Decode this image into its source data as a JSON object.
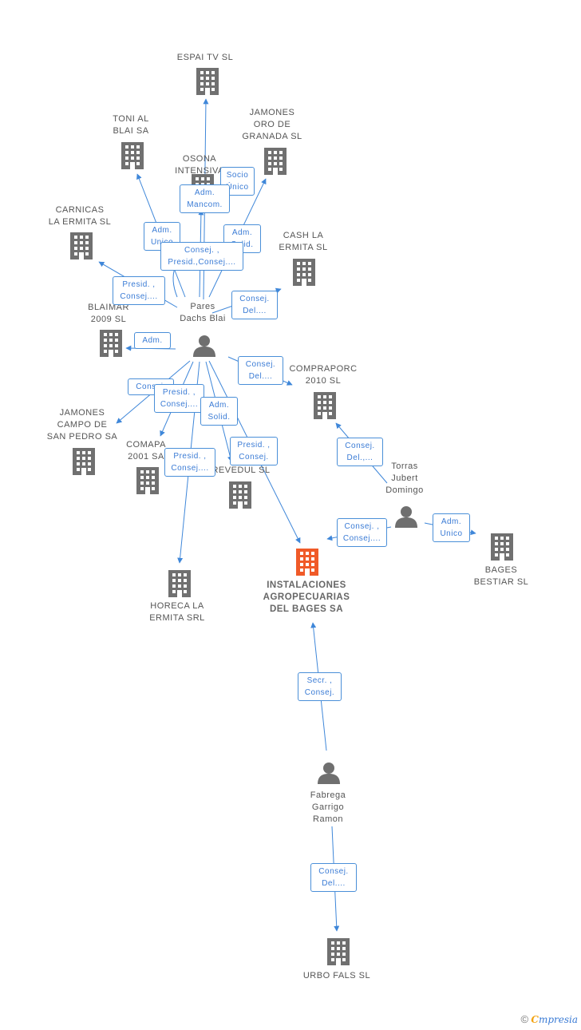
{
  "colors": {
    "edge": "#3f87d9",
    "building": "#707070",
    "focus_building": "#f05a28",
    "person": "#6f6f6f",
    "box_border": "#4a8fd8",
    "box_text": "#3a7bd5"
  },
  "companies": {
    "espai_tv": "ESPAI TV SL",
    "toni_al_blai": "TONI AL\nBLAI SA",
    "jamones_oro": "JAMONES\nORO DE\nGRANADA  SL",
    "osona_intensiva": "OSONA\nINTENSIVA",
    "carnicas": "CARNICAS\nLA ERMITA SL",
    "cash_la_ermita": "CASH LA\nERMITA SL",
    "blaimar": "BLAIMAR\n2009 SL",
    "compraporc": "COMPRAPORC\n2010 SL",
    "jamones_campo": "JAMONES\nCAMPO DE\nSAN PEDRO SA",
    "comapa": "COMAPA\n2001 SA",
    "revedul": "REVEDUL SL",
    "horeca": "HORECA LA\nERMITA SRL",
    "instalaciones": "INSTALACIONES\nAGROPECUARIAS\nDEL BAGES SA",
    "bages_bestiar": "BAGES\nBESTIAR SL",
    "urbo_fals": "URBO FALS SL"
  },
  "persons": {
    "pares": "Pares\nDachs Blai",
    "torras": "Torras\nJubert\nDomingo",
    "fabrega": "Fabrega\nGarrigo\nRamon"
  },
  "relations": {
    "socio_unico": "Socio\nÚnico",
    "adm_mancom": "Adm.\nMancom.",
    "adm_unico_toni": "Adm.\nUnico",
    "adm_solid_jamones": "Adm.\nSolid.",
    "consej_presid_osona": "Consej. ,\nPresid.,Consej....",
    "presid_consej_carnicas": "Presid. ,\nConsej....",
    "consej_del_cash": "Consej.\nDel....",
    "adm_blaimar": "Adm.",
    "consej_del_compraporc": "Consej.\nDel....",
    "consej_campo": "Consej.",
    "presid_consej_comapa": "Presid. ,\nConsej....",
    "adm_solid_revedul": "Adm.\nSolid.",
    "presid_consej_horeca": "Presid. ,\nConsej....",
    "presid_consej_instalaciones": "Presid. ,\nConsej.",
    "consej_del_torras_compraporc": "Consej.\nDel.,...",
    "consej_consej_torras": "Consej. ,\nConsej....",
    "adm_unico_bages": "Adm.\nUnico",
    "secr_consej": "Secr. ,\nConsej.",
    "consej_del_urbo": "Consej.\nDel...."
  },
  "footer": {
    "copyright": "©",
    "brand_first": "C",
    "brand_rest": "mpresia"
  }
}
